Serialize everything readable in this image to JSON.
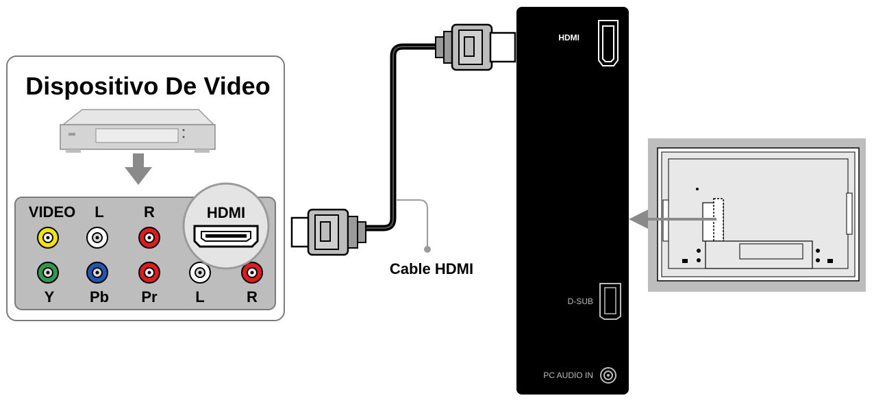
{
  "device": {
    "title": "Dispositivo De Video",
    "ports_top": [
      "VIDEO",
      "L",
      "R"
    ],
    "ports_bottom": [
      "Y",
      "Pb",
      "Pr",
      "L",
      "R"
    ],
    "hdmi_label": "HDMI"
  },
  "cable": {
    "label": "Cable HDMI"
  },
  "tv_panel": {
    "hdmi_label": "HDMI",
    "dsub_label": "D-SUB",
    "pc_audio_label": "PC AUDIO IN"
  },
  "colors": {
    "video_yellow": "#f2e600",
    "audio_white": "#ffffff",
    "audio_red": "#e01b1b",
    "y_green": "#2f9a4e",
    "pb_blue": "#1f57b5",
    "panel_black": "#000000",
    "box_grey": "#bdbdbd"
  }
}
